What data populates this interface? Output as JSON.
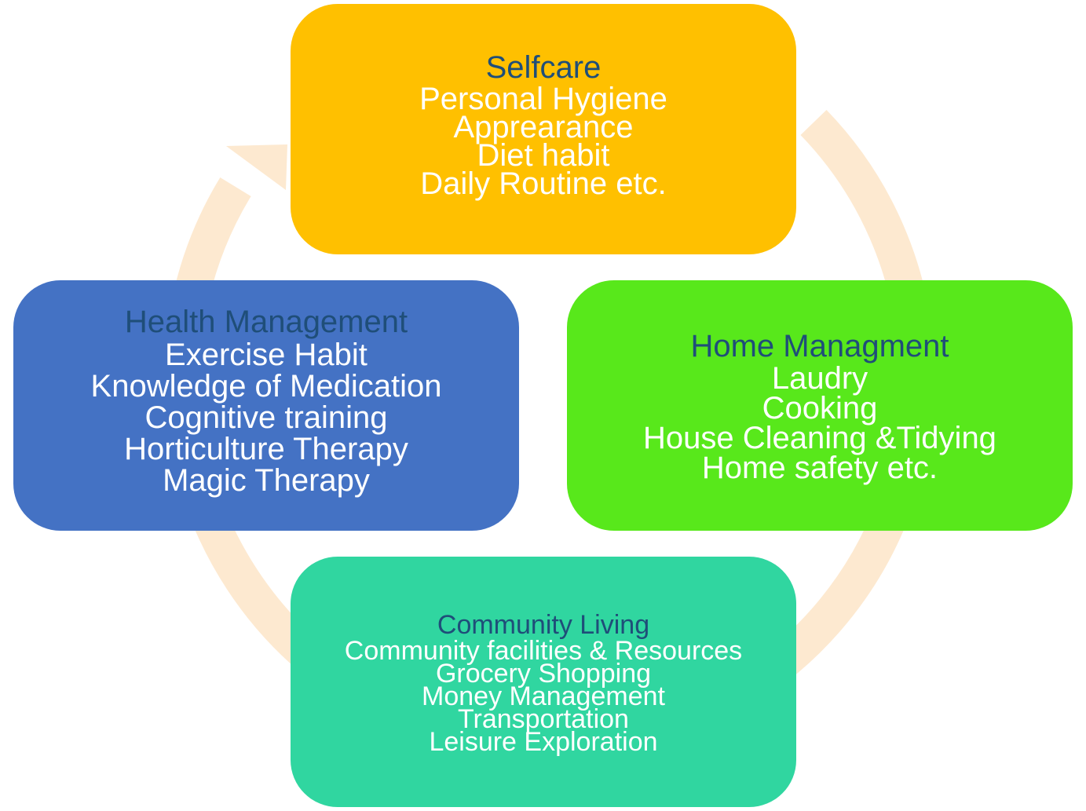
{
  "diagram": {
    "ring_color": "#fde9d0",
    "boxes": {
      "selfcare": {
        "color": "#ffc000",
        "heading": "Selfcare",
        "items": [
          "Personal Hygiene",
          "Apprearance",
          "Diet habit",
          "Daily Routine  etc."
        ]
      },
      "home": {
        "color": "#58e81b",
        "heading": "Home Managment",
        "items": [
          "Laudry",
          "Cooking",
          "House Cleaning  &Tidying",
          "Home safety etc."
        ]
      },
      "community": {
        "color": "#30d6a0",
        "heading": "Community Living",
        "items": [
          "Community facilities & Resources",
          "Grocery Shopping",
          "Money Management",
          "Transportation",
          "Leisure Exploration"
        ]
      },
      "health": {
        "color": "#4472c4",
        "heading": "Health Management",
        "items": [
          "Exercise Habit",
          "Knowledge of Medication",
          "Cognitive training",
          "Horticulture Therapy",
          "Magic Therapy"
        ]
      }
    }
  }
}
